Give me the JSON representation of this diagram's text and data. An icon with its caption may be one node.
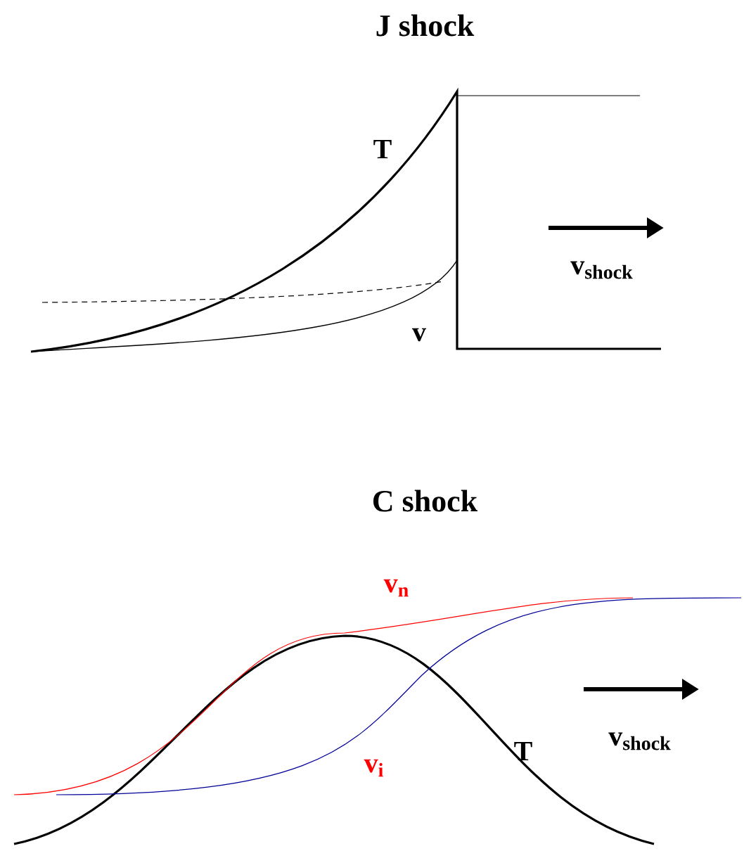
{
  "diagram": {
    "labels": [
      "J shock",
      "T",
      "v$_{shock}$",
      "v",
      "C shock",
      "v$_{n}$",
      "T",
      "v$_{i}$",
      "v$_{shock}$"
    ]
  }
}
